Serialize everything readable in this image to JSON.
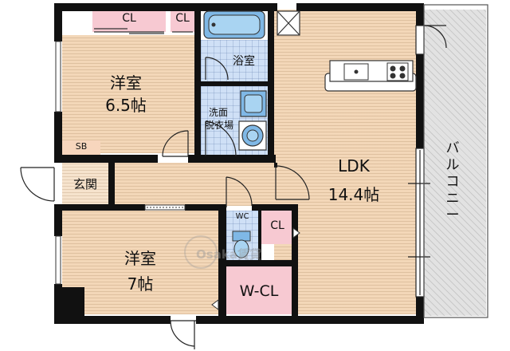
{
  "rooms": {
    "western_room_1": {
      "name": "洋室",
      "size": "6.5帖"
    },
    "western_room_2": {
      "name": "洋室",
      "size": "7帖"
    },
    "ldk": {
      "name": "LDK",
      "size": "14.4帖"
    },
    "bathroom": "浴室",
    "washroom_line1": "洗面",
    "washroom_line2": "脱衣場",
    "entrance": "玄関",
    "balcony": "バルコニー",
    "walk_in_closet": "W-CL",
    "toilet": "WC",
    "shoe_box": "SB",
    "closet_labels": [
      "CL",
      "CL",
      "CL"
    ]
  },
  "watermark": "Osaka賃貸",
  "colors": {
    "flooring": "#f3d7b8",
    "tile": "#cfe0f6",
    "closet": "#f7c9d2",
    "balcony": "#e2e2e2",
    "walls": "#111111"
  }
}
